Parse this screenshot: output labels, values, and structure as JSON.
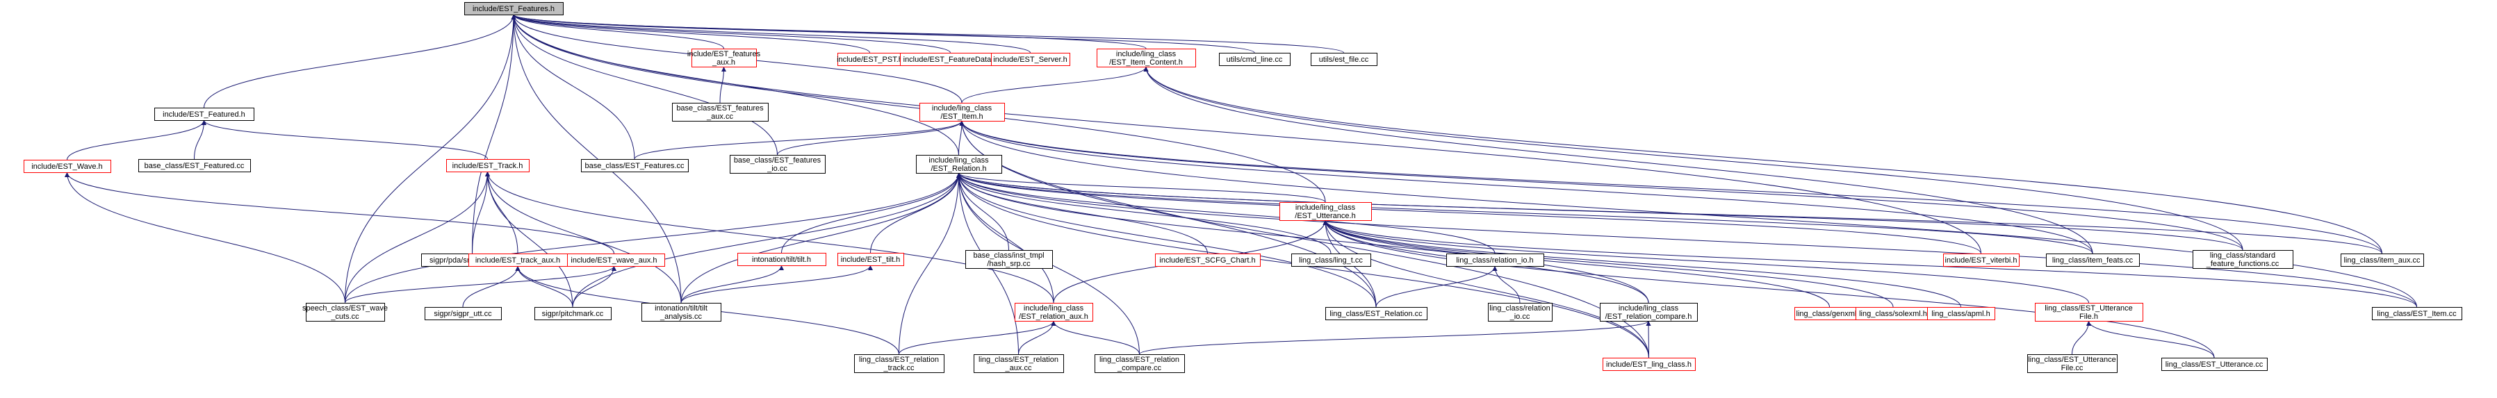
{
  "diagram": {
    "title": "include/EST_Features.h",
    "nodes": {
      "features_h": {
        "lines": [
          "include/EST_Features.h"
        ],
        "kind": "root"
      },
      "featured_h": {
        "lines": [
          "include/EST_Featured.h"
        ],
        "kind": "black"
      },
      "featured_cc": {
        "lines": [
          "base_class/EST_Featured.cc"
        ],
        "kind": "black"
      },
      "wave_h": {
        "lines": [
          "include/EST_Wave.h"
        ],
        "kind": "red"
      },
      "track_h": {
        "lines": [
          "include/EST_Track.h"
        ],
        "kind": "red"
      },
      "smooth_pda": {
        "lines": [
          "sigpr/pda/smooth_pda.cc"
        ],
        "kind": "black"
      },
      "wave_aux_h": {
        "lines": [
          "include/EST_wave_aux.h"
        ],
        "kind": "red"
      },
      "track_aux_h": {
        "lines": [
          "include/EST_track_aux.h"
        ],
        "kind": "red"
      },
      "wave_cuts": {
        "lines": [
          "speech_class/EST_wave",
          "_cuts.cc"
        ],
        "kind": "black"
      },
      "sigpr_utt": {
        "lines": [
          "sigpr/sigpr_utt.cc"
        ],
        "kind": "black"
      },
      "pitchmark": {
        "lines": [
          "sigpr/pitchmark.cc"
        ],
        "kind": "black"
      },
      "tilt_analysis": {
        "lines": [
          "intonation/tilt/tilt",
          "_analysis.cc"
        ],
        "kind": "black"
      },
      "tilt_h_int": {
        "lines": [
          "intonation/tilt/tilt.h"
        ],
        "kind": "red"
      },
      "est_tilt_h": {
        "lines": [
          "include/EST_tilt.h"
        ],
        "kind": "red"
      },
      "inst_tmpl": {
        "lines": [
          "base_class/inst_tmpl",
          "/hash_srp.cc"
        ],
        "kind": "black"
      },
      "scfg_chart": {
        "lines": [
          "include/EST_SCFG_Chart.h"
        ],
        "kind": "red"
      },
      "ling_t": {
        "lines": [
          "ling_class/ling_t.cc"
        ],
        "kind": "black"
      },
      "relation_io_h": {
        "lines": [
          "ling_class/relation_io.h"
        ],
        "kind": "black"
      },
      "relation_cc": {
        "lines": [
          "ling_class/EST_Relation.cc"
        ],
        "kind": "black"
      },
      "relation_io_cc": {
        "lines": [
          "ling_class/relation",
          "_io.cc"
        ],
        "kind": "black"
      },
      "relation_aux_h": {
        "lines": [
          "include/ling_class",
          "/EST_relation_aux.h"
        ],
        "kind": "red"
      },
      "relation_track": {
        "lines": [
          "ling_class/EST_relation",
          "_track.cc"
        ],
        "kind": "black"
      },
      "relation_aux_cc": {
        "lines": [
          "ling_class/EST_relation",
          "_aux.cc"
        ],
        "kind": "black"
      },
      "relation_compare_cc": {
        "lines": [
          "ling_class/EST_relation",
          "_compare.cc"
        ],
        "kind": "black"
      },
      "relation_compare_h": {
        "lines": [
          "include/ling_class",
          "/EST_relation_compare.h"
        ],
        "kind": "black"
      },
      "ling_class_h": {
        "lines": [
          "include/EST_ling_class.h"
        ],
        "kind": "red"
      },
      "features_aux_h": {
        "lines": [
          "include/EST_features",
          "_aux.h"
        ],
        "kind": "red"
      },
      "features_aux_cc": {
        "lines": [
          "base_class/EST_features",
          "_aux.cc"
        ],
        "kind": "black"
      },
      "features_cc": {
        "lines": [
          "base_class/EST_Features.cc"
        ],
        "kind": "black"
      },
      "features_io_cc": {
        "lines": [
          "base_class/EST_features",
          "_io.cc"
        ],
        "kind": "black"
      },
      "pst_h": {
        "lines": [
          "include/EST_PST.h"
        ],
        "kind": "red"
      },
      "featuredata_h": {
        "lines": [
          "include/EST_FeatureData.h"
        ],
        "kind": "red"
      },
      "server_h": {
        "lines": [
          "include/EST_Server.h"
        ],
        "kind": "red"
      },
      "item_content_h": {
        "lines": [
          "include/ling_class",
          "/EST_Item_Content.h"
        ],
        "kind": "red"
      },
      "cmd_line": {
        "lines": [
          "utils/cmd_line.cc"
        ],
        "kind": "black"
      },
      "est_file": {
        "lines": [
          "utils/est_file.cc"
        ],
        "kind": "black"
      },
      "item_h": {
        "lines": [
          "include/ling_class",
          "/EST_Item.h"
        ],
        "kind": "red"
      },
      "relation_h": {
        "lines": [
          "include/ling_class",
          "/EST_Relation.h"
        ],
        "kind": "black"
      },
      "utterance_h": {
        "lines": [
          "include/ling_class",
          "/EST_Utterance.h"
        ],
        "kind": "red"
      },
      "viterbi_h": {
        "lines": [
          "include/EST_viterbi.h"
        ],
        "kind": "red"
      },
      "item_feats": {
        "lines": [
          "ling_class/item_feats.cc"
        ],
        "kind": "black"
      },
      "standard_feat": {
        "lines": [
          "ling_class/standard",
          "_feature_functions.cc"
        ],
        "kind": "black"
      },
      "item_aux": {
        "lines": [
          "ling_class/item_aux.cc"
        ],
        "kind": "black"
      },
      "genxml": {
        "lines": [
          "ling_class/genxml.h"
        ],
        "kind": "red"
      },
      "solexml": {
        "lines": [
          "ling_class/solexml.h"
        ],
        "kind": "red"
      },
      "apml": {
        "lines": [
          "ling_class/apml.h"
        ],
        "kind": "red"
      },
      "utt_file_h": {
        "lines": [
          "ling_class/EST_Utterance",
          "File.h"
        ],
        "kind": "red"
      },
      "item_cc": {
        "lines": [
          "ling_class/EST_Item.cc"
        ],
        "kind": "black"
      },
      "utt_file_cc": {
        "lines": [
          "ling_class/EST_Utterance",
          "File.cc"
        ],
        "kind": "black"
      },
      "utterance_cc": {
        "lines": [
          "ling_class/EST_Utterance.cc"
        ],
        "kind": "black"
      }
    },
    "edges": [
      [
        "featured_h",
        "features_h"
      ],
      [
        "smooth_pda",
        "features_h"
      ],
      [
        "wave_cuts",
        "features_h"
      ],
      [
        "tilt_analysis",
        "features_h"
      ],
      [
        "features_aux_h",
        "features_h"
      ],
      [
        "features_cc",
        "features_h"
      ],
      [
        "features_io_cc",
        "features_h"
      ],
      [
        "relation_h",
        "features_h"
      ],
      [
        "item_h",
        "features_h"
      ],
      [
        "pst_h",
        "features_h"
      ],
      [
        "featuredata_h",
        "features_h"
      ],
      [
        "server_h",
        "features_h"
      ],
      [
        "item_content_h",
        "features_h"
      ],
      [
        "cmd_line",
        "features_h"
      ],
      [
        "est_file",
        "features_h"
      ],
      [
        "viterbi_h",
        "features_h"
      ],
      [
        "utterance_h",
        "features_h"
      ],
      [
        "featured_cc",
        "featured_h"
      ],
      [
        "wave_h",
        "featured_h"
      ],
      [
        "track_h",
        "featured_h"
      ],
      [
        "wave_aux_h",
        "wave_h"
      ],
      [
        "wave_cuts",
        "wave_h"
      ],
      [
        "wave_cuts",
        "track_h"
      ],
      [
        "track_aux_h",
        "track_h"
      ],
      [
        "pitchmark",
        "track_h"
      ],
      [
        "tilt_analysis",
        "track_h"
      ],
      [
        "relation_aux_h",
        "track_h"
      ],
      [
        "smooth_pda",
        "track_h"
      ],
      [
        "wave_cuts",
        "wave_aux_h"
      ],
      [
        "pitchmark",
        "wave_aux_h"
      ],
      [
        "sigpr_utt",
        "track_aux_h"
      ],
      [
        "pitchmark",
        "track_aux_h"
      ],
      [
        "relation_track",
        "track_aux_h"
      ],
      [
        "tilt_analysis",
        "tilt_h_int"
      ],
      [
        "tilt_analysis",
        "est_tilt_h"
      ],
      [
        "features_aux_cc",
        "features_aux_h"
      ],
      [
        "relation_h",
        "item_h"
      ],
      [
        "features_cc",
        "item_h"
      ],
      [
        "features_io_cc",
        "item_h"
      ],
      [
        "item_feats",
        "item_h"
      ],
      [
        "standard_feat",
        "item_h"
      ],
      [
        "item_aux",
        "item_h"
      ],
      [
        "item_cc",
        "item_h"
      ],
      [
        "relation_cc",
        "item_h"
      ],
      [
        "ling_class_h",
        "item_h"
      ],
      [
        "item_h",
        "item_content_h"
      ],
      [
        "item_feats",
        "item_content_h"
      ],
      [
        "item_aux",
        "item_content_h"
      ],
      [
        "standard_feat",
        "item_content_h"
      ],
      [
        "utterance_h",
        "relation_h"
      ],
      [
        "wave_cuts",
        "relation_h"
      ],
      [
        "pitchmark",
        "relation_h"
      ],
      [
        "tilt_analysis",
        "relation_h"
      ],
      [
        "tilt_h_int",
        "relation_h"
      ],
      [
        "est_tilt_h",
        "relation_h"
      ],
      [
        "inst_tmpl",
        "relation_h"
      ],
      [
        "scfg_chart",
        "relation_h"
      ],
      [
        "ling_t",
        "relation_h"
      ],
      [
        "relation_io_h",
        "relation_h"
      ],
      [
        "relation_cc",
        "relation_h"
      ],
      [
        "relation_aux_h",
        "relation_h"
      ],
      [
        "relation_track",
        "relation_h"
      ],
      [
        "relation_aux_cc",
        "relation_h"
      ],
      [
        "relation_compare_cc",
        "relation_h"
      ],
      [
        "relation_compare_h",
        "relation_h"
      ],
      [
        "ling_class_h",
        "relation_h"
      ],
      [
        "viterbi_h",
        "relation_h"
      ],
      [
        "item_feats",
        "relation_h"
      ],
      [
        "standard_feat",
        "relation_h"
      ],
      [
        "item_aux",
        "relation_h"
      ],
      [
        "item_cc",
        "relation_h"
      ],
      [
        "relation_cc",
        "relation_io_h"
      ],
      [
        "relation_io_cc",
        "relation_io_h"
      ],
      [
        "relation_track",
        "relation_aux_h"
      ],
      [
        "relation_aux_cc",
        "relation_aux_h"
      ],
      [
        "relation_compare_cc",
        "relation_aux_h"
      ],
      [
        "relation_compare_cc",
        "relation_compare_h"
      ],
      [
        "ling_class_h",
        "relation_compare_h"
      ],
      [
        "relation_aux_h",
        "utterance_h"
      ],
      [
        "relation_compare_h",
        "utterance_h"
      ],
      [
        "ling_class_h",
        "utterance_h"
      ],
      [
        "genxml",
        "utterance_h"
      ],
      [
        "solexml",
        "utterance_h"
      ],
      [
        "apml",
        "utterance_h"
      ],
      [
        "utt_file_h",
        "utterance_h"
      ],
      [
        "item_cc",
        "utterance_h"
      ],
      [
        "utterance_cc",
        "utterance_h"
      ],
      [
        "relation_cc",
        "utterance_h"
      ],
      [
        "utt_file_cc",
        "utt_file_h"
      ],
      [
        "utterance_cc",
        "utt_file_h"
      ]
    ]
  }
}
